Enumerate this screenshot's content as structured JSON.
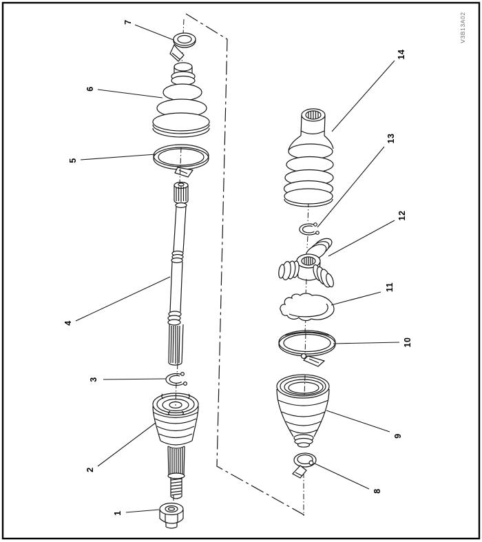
{
  "figure": {
    "watermark": "V3B13A02",
    "callouts": [
      "1",
      "2",
      "3",
      "4",
      "5",
      "6",
      "7",
      "8",
      "9",
      "10",
      "11",
      "12",
      "13",
      "14"
    ]
  }
}
